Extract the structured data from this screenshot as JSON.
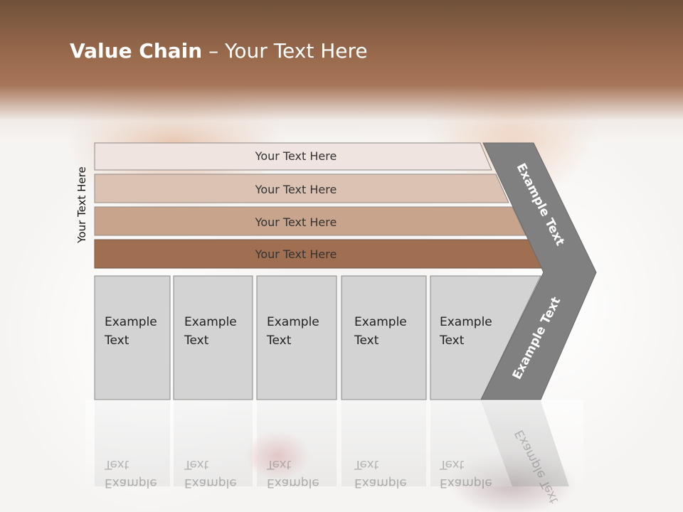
{
  "title": {
    "bold": "Value Chain",
    "rest": " – Your Text Here"
  },
  "side_label": "Your Text Here",
  "bars": [
    {
      "label": "Your Text Here",
      "color": "#efe4df"
    },
    {
      "label": "Your Text Here",
      "color": "#dcc2b2"
    },
    {
      "label": "Your Text Here",
      "color": "#c8a48d"
    },
    {
      "label": "Your Text Here",
      "color": "#a06f52"
    }
  ],
  "boxes": [
    {
      "line1": "Example",
      "line2": "Text"
    },
    {
      "line1": "Example",
      "line2": "Text"
    },
    {
      "line1": "Example",
      "line2": "Text"
    },
    {
      "line1": "Example",
      "line2": "Text"
    },
    {
      "line1": "Example",
      "line2": "Text"
    }
  ],
  "chevron": {
    "upper_label": "Example Text",
    "lower_label": "Example Text",
    "color": "#808080"
  },
  "colors": {
    "box_fill": "#d3d3d3",
    "box_stroke": "#8a8a8a",
    "header": "#9a6a4d"
  }
}
